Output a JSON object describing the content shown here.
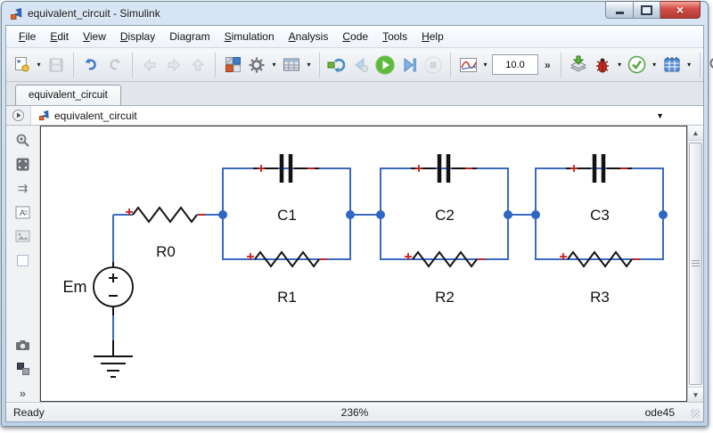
{
  "window": {
    "title": "equivalent_circuit - Simulink"
  },
  "menu": {
    "items": [
      {
        "label": "File",
        "accel": 0
      },
      {
        "label": "Edit",
        "accel": 0
      },
      {
        "label": "View",
        "accel": 0
      },
      {
        "label": "Display",
        "accel": 0
      },
      {
        "label": "Diagram",
        "accel": 3
      },
      {
        "label": "Simulation",
        "accel": 0
      },
      {
        "label": "Analysis",
        "accel": 0
      },
      {
        "label": "Code",
        "accel": 0
      },
      {
        "label": "Tools",
        "accel": 0
      },
      {
        "label": "Help",
        "accel": 0
      }
    ]
  },
  "toolbar": {
    "stop_time": "10.0"
  },
  "tabs": {
    "active": "equivalent_circuit"
  },
  "breadcrumb": {
    "model": "equivalent_circuit"
  },
  "circuit": {
    "source": "Em",
    "series_resistor": "R0",
    "blocks": [
      {
        "cap": "C1",
        "res": "R1"
      },
      {
        "cap": "C2",
        "res": "R2"
      },
      {
        "cap": "C3",
        "res": "R3"
      }
    ]
  },
  "status": {
    "state": "Ready",
    "zoom": "236%",
    "solver": "ode45"
  },
  "icons": {
    "dropdown": "▾",
    "overflow": "»",
    "palette_more": "»",
    "crumb_caret": "▼",
    "scroll_up": "▲",
    "scroll_down": "▼",
    "close": "×",
    "signals": "⇉"
  },
  "colors": {
    "wire": "#3a6abf",
    "node": "#2e66c4",
    "polarity": "#cc1f1f",
    "run": "#4aa82e",
    "close": "#d5504b",
    "title_text": "#111111"
  }
}
